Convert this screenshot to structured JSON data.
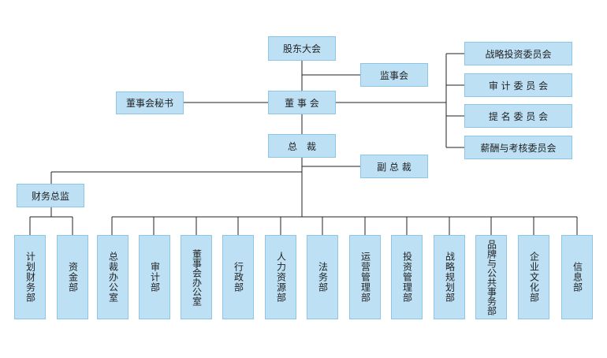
{
  "top": {
    "shareholders": "股东大会",
    "supervisory": "监事会",
    "board": "董 事 会",
    "board_secretary": "董事会秘书",
    "president": "总　裁",
    "vice_president": "副 总 裁",
    "cfo": "财务总监"
  },
  "committees": [
    "战略投资委员会",
    "审 计 委 员 会",
    "提 名 委 员 会",
    "薪酬与考核委员会"
  ],
  "departments": [
    "计划财务部",
    "资金部",
    "总裁办公室",
    "审计部",
    "董事会办公室",
    "行政部",
    "人力资源部",
    "法务部",
    "运营管理部",
    "投资管理部",
    "战略规划部",
    "品牌与公共事务部",
    "企业文化部",
    "信息部"
  ]
}
